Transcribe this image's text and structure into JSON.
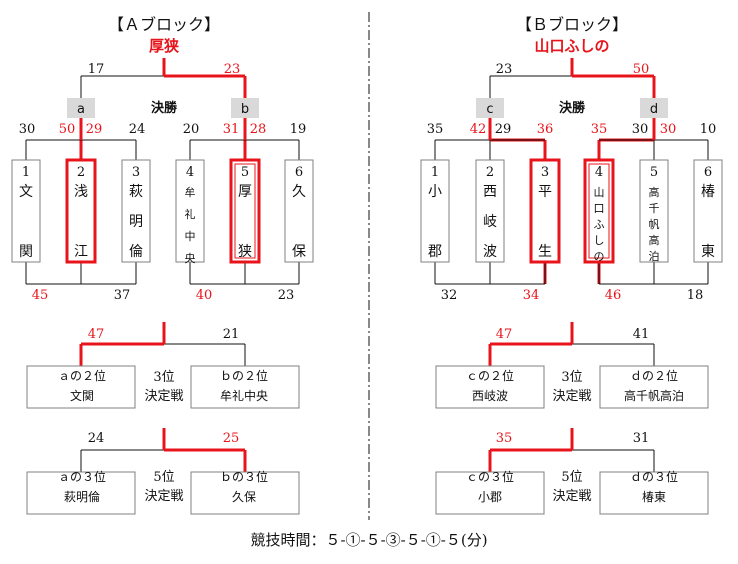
{
  "colors": {
    "win": "#e8141b",
    "line": "#111111",
    "box": "#808080",
    "badge": "#d9d9d9",
    "text": "#111111"
  },
  "timing": "競技時間：５-①-５-③-５-①-５(分)",
  "blocks": [
    {
      "title": "【Ａブロック】",
      "champion": "厚狭",
      "final_label": "決勝",
      "final_scores": [
        "17",
        "23"
      ],
      "sub": [
        {
          "badge": "a",
          "teams": [
            {
              "num": "1",
              "name": [
                "文",
                "関"
              ],
              "highlight": false
            },
            {
              "num": "2",
              "name": [
                "浅",
                "江"
              ],
              "highlight": true
            },
            {
              "num": "3",
              "name": [
                "萩",
                "明",
                "倫"
              ],
              "highlight": false
            }
          ],
          "scores_top": [
            "30",
            "50",
            "29",
            "24"
          ],
          "scores_bottom": [
            "45",
            "37"
          ]
        },
        {
          "badge": "b",
          "teams": [
            {
              "num": "4",
              "name": [
                "牟",
                "礼",
                "中",
                "央"
              ],
              "highlight": false
            },
            {
              "num": "5",
              "name": [
                "厚",
                "狭"
              ],
              "highlight": true,
              "double": true
            },
            {
              "num": "6",
              "name": [
                "久",
                "保"
              ],
              "highlight": false
            }
          ],
          "scores_top": [
            "20",
            "31",
            "28",
            "19"
          ],
          "scores_bottom": [
            "40",
            "23"
          ]
        }
      ],
      "playoffs": [
        {
          "scores": [
            "47",
            "21"
          ],
          "label": [
            "3位",
            "決定戦"
          ],
          "left": [
            "ａの２位",
            "文関"
          ],
          "right": [
            "ｂの２位",
            "牟礼中央"
          ],
          "winner": "left"
        },
        {
          "scores": [
            "24",
            "25"
          ],
          "label": [
            "5位",
            "決定戦"
          ],
          "left": [
            "ａの３位",
            "萩明倫"
          ],
          "right": [
            "ｂの３位",
            "久保"
          ],
          "winner": "right"
        }
      ]
    },
    {
      "title": "【Ｂブロック】",
      "champion": "山口ふしの",
      "final_label": "決勝",
      "final_scores": [
        "23",
        "50"
      ],
      "sub": [
        {
          "badge": "c",
          "teams": [
            {
              "num": "1",
              "name": [
                "小",
                "郡"
              ],
              "highlight": false
            },
            {
              "num": "2",
              "name": [
                "西",
                "岐",
                "波"
              ],
              "highlight": false
            },
            {
              "num": "3",
              "name": [
                "平",
                "生"
              ],
              "highlight": true
            }
          ],
          "scores_top": [
            "35",
            "42",
            "29",
            "36"
          ],
          "scores_bottom": [
            "32",
            "34"
          ]
        },
        {
          "badge": "d",
          "teams": [
            {
              "num": "4",
              "name": [
                "山",
                "口",
                "ふ",
                "し",
                "の"
              ],
              "highlight": true,
              "double": true
            },
            {
              "num": "5",
              "name": [
                "高",
                "千",
                "帆",
                "高",
                "泊"
              ],
              "highlight": false
            },
            {
              "num": "6",
              "name": [
                "椿",
                "東"
              ],
              "highlight": false
            }
          ],
          "scores_top": [
            "35",
            "30",
            "30",
            "10"
          ],
          "scores_bottom": [
            "46",
            "18"
          ]
        }
      ],
      "playoffs": [
        {
          "scores": [
            "47",
            "41"
          ],
          "label": [
            "3位",
            "決定戦"
          ],
          "left": [
            "ｃの２位",
            "西岐波"
          ],
          "right": [
            "ｄの２位",
            "高千帆高泊"
          ],
          "winner": "left"
        },
        {
          "scores": [
            "35",
            "31"
          ],
          "label": [
            "5位",
            "決定戦"
          ],
          "left": [
            "ｃの３位",
            "小郡"
          ],
          "right": [
            "ｄの３位",
            "椿東"
          ],
          "winner": "left"
        }
      ]
    }
  ]
}
